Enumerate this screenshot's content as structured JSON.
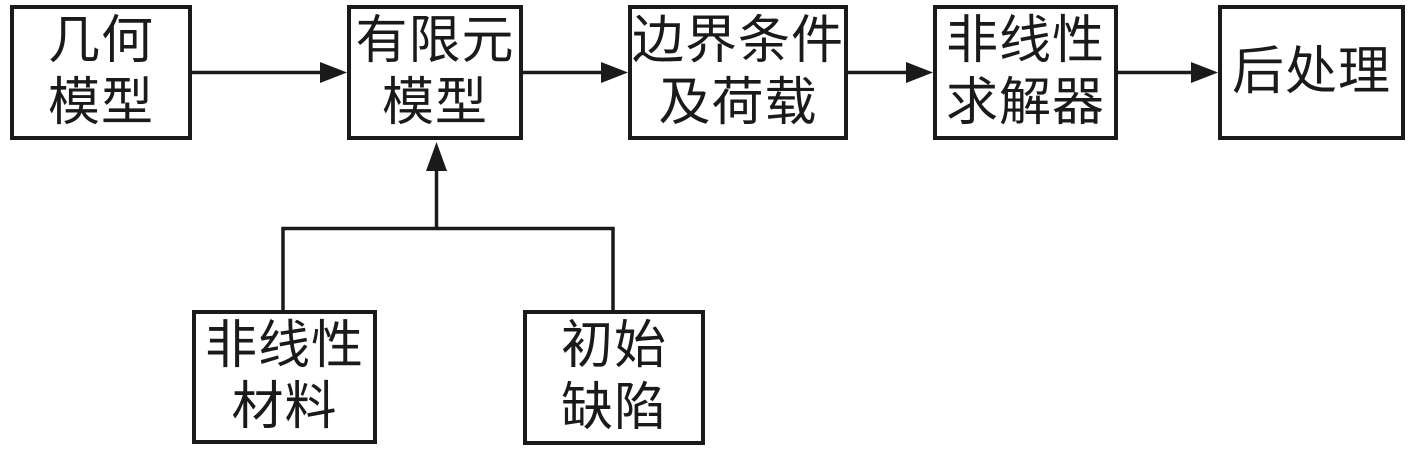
{
  "diagram": {
    "type": "flowchart",
    "language": "zh",
    "colors": {
      "background": "#ffffff",
      "line": "#1a1a1a",
      "text": "#1a1a1a",
      "node_fill": "#ffffff"
    },
    "nodes": [
      {
        "id": "geometry-model",
        "label": "几何\n模型"
      },
      {
        "id": "fem-model",
        "label": "有限元\n模型"
      },
      {
        "id": "boundary-loads",
        "label": "边界条件\n及荷载"
      },
      {
        "id": "nonlinear-solver",
        "label": "非线性\n求解器"
      },
      {
        "id": "post-processing",
        "label": "后处理"
      },
      {
        "id": "nonlinear-material",
        "label": "非线性\n材料"
      },
      {
        "id": "initial-imperfection",
        "label": "初始\n缺陷"
      }
    ],
    "edges": [
      {
        "from": "geometry-model",
        "to": "fem-model",
        "style": "arrow"
      },
      {
        "from": "fem-model",
        "to": "boundary-loads",
        "style": "arrow"
      },
      {
        "from": "boundary-loads",
        "to": "nonlinear-solver",
        "style": "arrow"
      },
      {
        "from": "nonlinear-solver",
        "to": "post-processing",
        "style": "arrow"
      },
      {
        "from": "nonlinear-material",
        "to": "fem-model",
        "style": "arrow-merged"
      },
      {
        "from": "initial-imperfection",
        "to": "fem-model",
        "style": "arrow-merged"
      }
    ]
  }
}
